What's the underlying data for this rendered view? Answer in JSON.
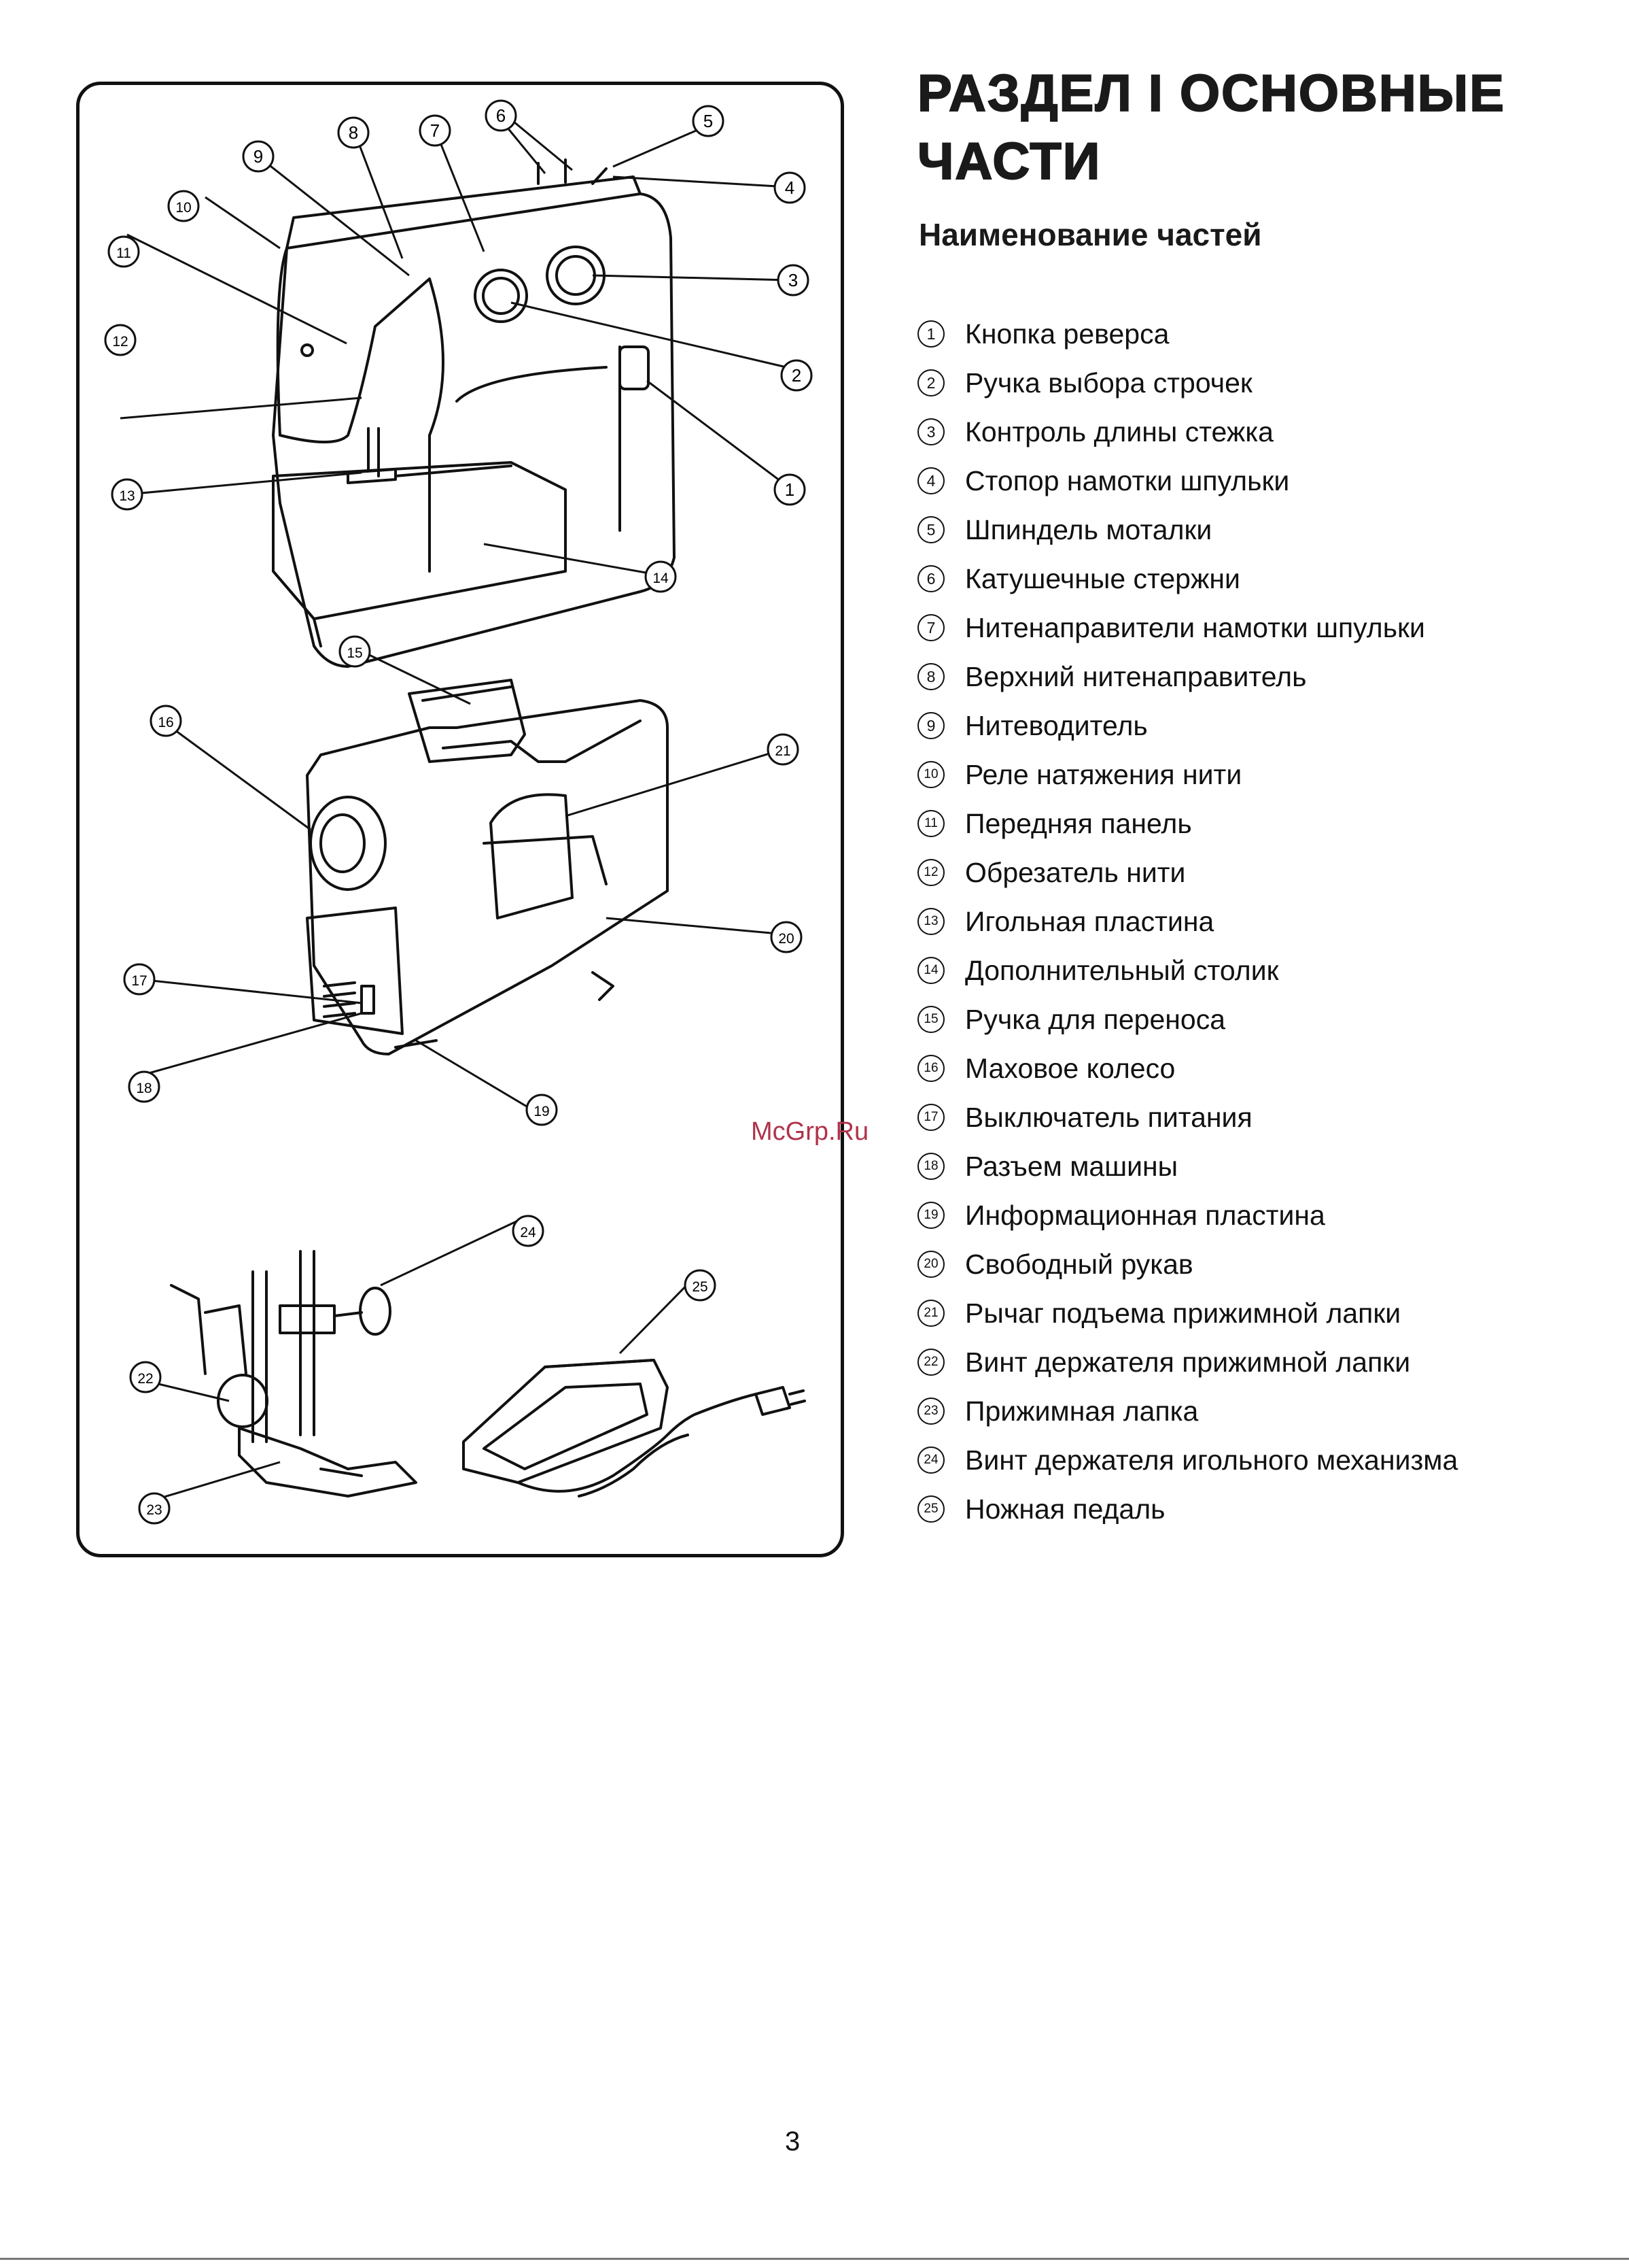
{
  "header": {
    "title_line1": "РАЗДЕЛ I ОСНОВНЫЕ",
    "title_line2": "ЧАСТИ",
    "subtitle": "Наименование частей"
  },
  "parts": [
    {
      "num": "1",
      "label": "Кнопка реверса"
    },
    {
      "num": "2",
      "label": "Ручка выбора строчек"
    },
    {
      "num": "3",
      "label": "Контроль длины стежка"
    },
    {
      "num": "4",
      "label": "Стопор намотки шпульки"
    },
    {
      "num": "5",
      "label": "Шпиндель моталки"
    },
    {
      "num": "6",
      "label": "Катушечные стержни"
    },
    {
      "num": "7",
      "label": "Нитенаправители намотки шпульки"
    },
    {
      "num": "8",
      "label": "Верхний нитенаправитель"
    },
    {
      "num": "9",
      "label": "Нитеводитель"
    },
    {
      "num": "10",
      "label": "Реле натяжения нити"
    },
    {
      "num": "11",
      "label": "Передняя панель"
    },
    {
      "num": "12",
      "label": "Обрезатель нити"
    },
    {
      "num": "13",
      "label": "Игольная пластина"
    },
    {
      "num": "14",
      "label": "Дополнительный столик"
    },
    {
      "num": "15",
      "label": "Ручка для переноса"
    },
    {
      "num": "16",
      "label": "Маховое колесо"
    },
    {
      "num": "17",
      "label": "Выключатель питания"
    },
    {
      "num": "18",
      "label": "Разъем машины"
    },
    {
      "num": "19",
      "label": "Информационная пластина"
    },
    {
      "num": "20",
      "label": "Свободный рукав"
    },
    {
      "num": "21",
      "label": "Рычаг подъема прижимной лапки"
    },
    {
      "num": "22",
      "label": "Винт держателя прижимной лапки"
    },
    {
      "num": "23",
      "label": "Прижимная лапка"
    },
    {
      "num": "24",
      "label": "Винт держателя игольного механизма"
    },
    {
      "num": "25",
      "label": "Ножная педаль"
    }
  ],
  "diagram_callouts": [
    "1",
    "2",
    "3",
    "4",
    "5",
    "6",
    "7",
    "8",
    "9",
    "10",
    "11",
    "12",
    "13",
    "14",
    "15",
    "16",
    "17",
    "18",
    "19",
    "20",
    "21",
    "22",
    "23",
    "24",
    "25"
  ],
  "watermark": "McGrp.Ru",
  "page_number": "3"
}
